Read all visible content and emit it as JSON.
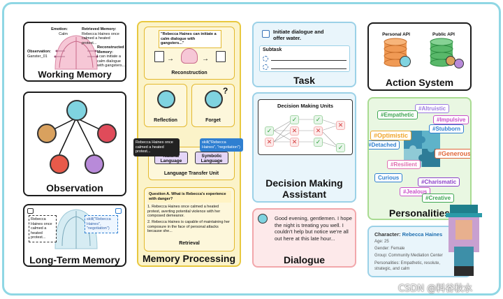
{
  "working_memory": {
    "title": "Working Memory",
    "emotion_label": "Emotion:",
    "emotion_value": "Calm",
    "observation_label": "Observation:",
    "observation_value": "Ganster_01",
    "retrieved_label": "Retrieved Memory:",
    "retrieved_value": "Rebecca Haines once calmed a heated protest...",
    "reconstructed_label": "Reconstructed Memory:",
    "reconstructed_value": "I can initiate a calm dialogue with gangsters..."
  },
  "observation": {
    "title": "Observation"
  },
  "long_term_memory": {
    "title": "Long-Term Memory",
    "note_left": "Rebecca Haines once calmed a heated protest...",
    "note_right": "skill(\"Rebecca Haines\", \"negotiation\")"
  },
  "memory_processing": {
    "title": "Memory Processing",
    "quote": "\"Rebecca Haines can initiate a calm dialogue with gangsters...\"",
    "reconstruction": "Reconstruction",
    "reflection": "Reflection",
    "forget": "Forget",
    "tooltip_left": "Rebecca Haines once calmed a heated protest...",
    "tooltip_right": "skill(\"Rebecca Haines\", \"negotiation\")",
    "natural_language": "Natural Language",
    "symbolic_language": "Symbolic Language",
    "language_transfer_unit": "Language Transfer Unit",
    "question": "Question A. What is Rebecca's experience with danger?",
    "answer_1": "1. Rebecca Haines once calmed a heated protest, averting potential violence with her composed demeanor.",
    "answer_2": "2. Rebecca Haines is capable of maintaining her composure in the face of personal attacks because she...",
    "retrieval": "Retrieval"
  },
  "task": {
    "title": "Task",
    "item": "Initiate dialogue and offer water.",
    "subtask": "Subtask"
  },
  "decision_making": {
    "title_line1": "Decision Making",
    "title_line2": "Assistant",
    "units_label": "Decision Making Units"
  },
  "dialogue": {
    "title": "Dialogue",
    "text": "Good evening, gentlemen. I hope the night is treating you well. I couldn't help but notice we're all out here at this late hour..."
  },
  "action_system": {
    "title": "Action System",
    "personal_api": "Personal API",
    "public_api": "Public API"
  },
  "personalities": {
    "title": "Personalities",
    "tags": [
      {
        "text": "#Altruistic",
        "color": "#9c7be0"
      },
      {
        "text": "#Empathetic",
        "color": "#3fa653"
      },
      {
        "text": "#Impulsive",
        "color": "#c94fc9"
      },
      {
        "text": "#Stubborn",
        "color": "#2f7fd1"
      },
      {
        "text": "#Optimistic",
        "color": "#f0a429"
      },
      {
        "text": "#Detached",
        "color": "#2f7fd1"
      },
      {
        "text": "#Generous",
        "color": "#e0673a"
      },
      {
        "text": "#Resilient",
        "color": "#e06fb0"
      },
      {
        "text": "Curious",
        "color": "#2f7fd1"
      },
      {
        "text": "#Charismatic",
        "color": "#8b3fc9"
      },
      {
        "text": "#Jealous",
        "color": "#c94fc9"
      },
      {
        "text": "#Creative",
        "color": "#3fa653"
      }
    ]
  },
  "character": {
    "label": "Character: ",
    "name": "Rebecca Haines",
    "age": "Age: 25",
    "gender": "Gender: Female",
    "group": "Group: Community Mediation Center",
    "personalities": "Personalities: Empathetic, resolute, strategic, and calm"
  },
  "watermark": "CSDN @料谷秋水"
}
